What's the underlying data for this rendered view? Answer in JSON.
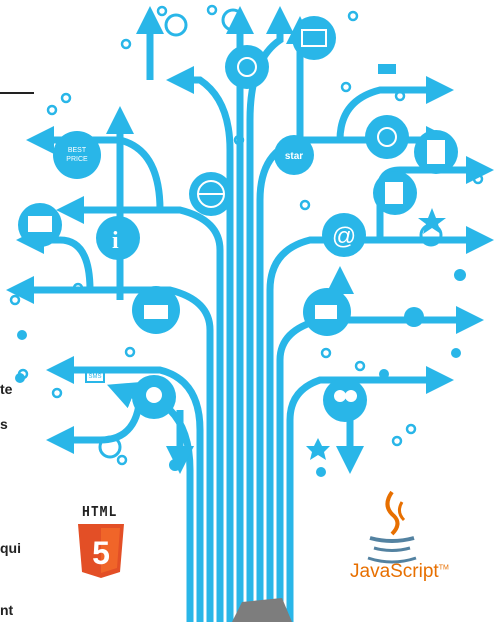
{
  "left_fragments": [
    "te",
    "s",
    "qui",
    "nt"
  ],
  "html5_logo": {
    "label": "HTML",
    "digit": "5",
    "colors": {
      "orange": "#e34f26",
      "light": "#f06529",
      "white": "#ffffff"
    }
  },
  "javascript_logo": {
    "label": "JavaScript",
    "tm": "TM",
    "colors": {
      "text": "#e76f00",
      "cup": "#5382a1",
      "steam": "#e76f00"
    }
  },
  "tree": {
    "color": "#29b6e8",
    "center_badge_text": "star",
    "icons": [
      "clock-icon",
      "www-globe-icon",
      "at-icon",
      "envelope-icon",
      "at-icon",
      "users-icon",
      "wifi-icon",
      "download-icon",
      "gear-icon",
      "sitemap-icon",
      "link-icon",
      "broadcast-icon",
      "cart-icon",
      "home-icon",
      "best-price-badge",
      "play-icon",
      "download-icon",
      "zoom-icon",
      "gear-icon",
      "star-badge",
      "paperclip-icon",
      "document-icon",
      "browser-www-icon",
      "basket-icon",
      "info-icon",
      "globe-icon",
      "user-icon",
      "share-icon",
      "edit-icon",
      "star-icon",
      "globe-icon",
      "clock-icon",
      "cart-icon",
      "at-icon",
      "mail-icon",
      "arrow-left-icon",
      "wifi-icon",
      "gear-icon",
      "share-icon",
      "basket-icon",
      "link-icon",
      "cart-icon",
      "users-icon",
      "music-icon",
      "link-icon",
      "sms-icon",
      "bird-icon",
      "users-icon",
      "rss-icon",
      "star-icon",
      "globe-icon",
      "users-icon"
    ],
    "best_price": "BEST PRICE",
    "sms": "SMS"
  }
}
